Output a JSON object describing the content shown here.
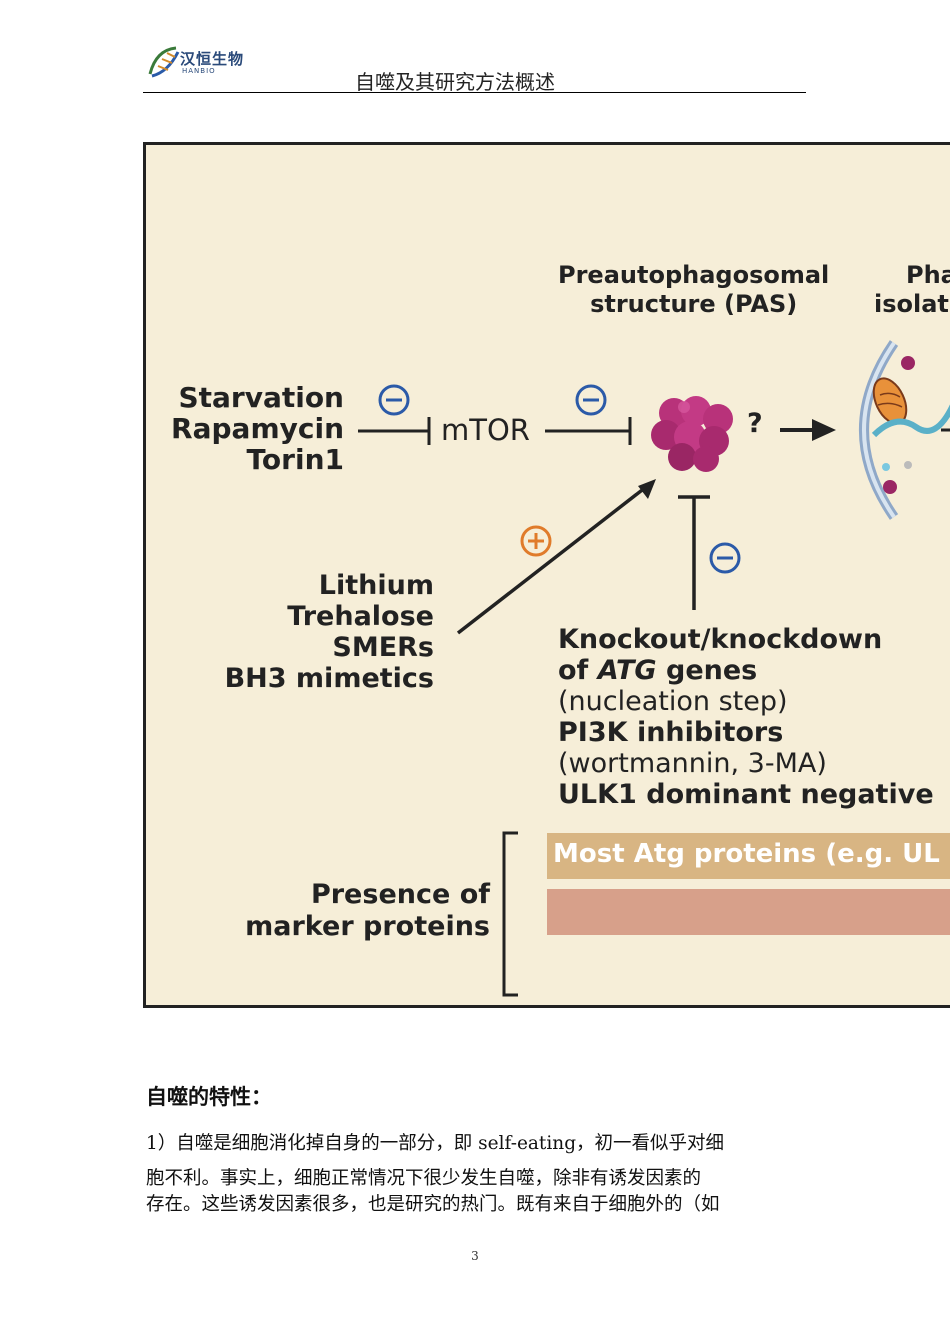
{
  "header": {
    "logo_cn": "汉恒生物",
    "logo_en": "HANBIO",
    "title": "自噬及其研究方法概述"
  },
  "figure": {
    "pas_label": [
      "Preautophagosomal",
      "structure (PAS)"
    ],
    "phagophore_label": [
      "Pha",
      "isolati"
    ],
    "inducers_top": [
      "Starvation",
      "Rapamycin",
      "Torin1"
    ],
    "mtor": "mTOR",
    "question": "?",
    "inducers_bottom": [
      "Lithium",
      "Trehalose",
      "SMERs",
      "BH3 mimetics"
    ],
    "inhibitors": {
      "line1": "Knockout/knockdown",
      "line2_prefix": "of ",
      "line2_italic": "ATG",
      "line2_suffix": " genes",
      "line3": "(nucleation step)",
      "line4": "PI3K inhibitors",
      "line5": "(wortmannin, 3-MA)",
      "line6": "ULK1 dominant negative"
    },
    "marker_label": [
      "Presence of",
      "marker proteins"
    ],
    "marker_bar_text": "Most Atg proteins (e.g. UL",
    "colors": {
      "background": "#f6eed8",
      "inhibit_sign": "#2b5aa8",
      "activate_sign": "#e07b2a",
      "pas_blob": "#b8327a",
      "bar_tan": "#d8b583",
      "bar_salmon": "#d7a08a"
    }
  },
  "section_heading": "自噬的特性：",
  "paragraph_lines": [
    "1）自噬是细胞消化掉自身的一部分，即 self-eating，初一看似乎对细",
    "胞不利。事实上，细胞正常情况下很少发生自噬，除非有诱发因素的",
    "存在。这些诱发因素很多，也是研究的热门。既有来自于细胞外的（如"
  ],
  "page_number": "3"
}
